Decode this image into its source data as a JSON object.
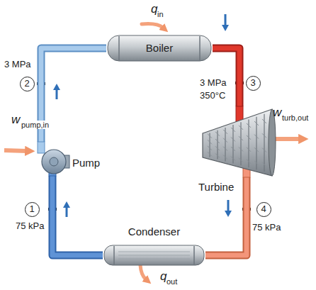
{
  "diagram": {
    "nodes": [
      {
        "text": [
          "Boiler"
        ]
      },
      {
        "text": [
          "2"
        ]
      },
      {
        "text": [
          "3"
        ]
      },
      {
        "text": [
          "Turbine"
        ]
      },
      {
        "text": [
          "Pump"
        ]
      },
      {
        "text": [
          "1"
        ]
      },
      {
        "text": [
          "4"
        ]
      },
      {
        "text": [
          "Condenser"
        ]
      }
    ],
    "edges": [
      {
        "from": 4,
        "to": 0,
        "arrow": "to"
      },
      {
        "from": 0,
        "to": 3,
        "arrow": "to"
      },
      {
        "from": 3,
        "to": 7,
        "arrow": "to"
      },
      {
        "from": 7,
        "to": 4,
        "arrow": "to"
      }
    ],
    "labels": [
      "3 MPa",
      "3 MPa",
      "350°C",
      "75 kPa",
      "75 kPa",
      "q",
      "in",
      "w",
      "pump,in",
      "w",
      "turb,out",
      "q",
      "out"
    ]
  }
}
